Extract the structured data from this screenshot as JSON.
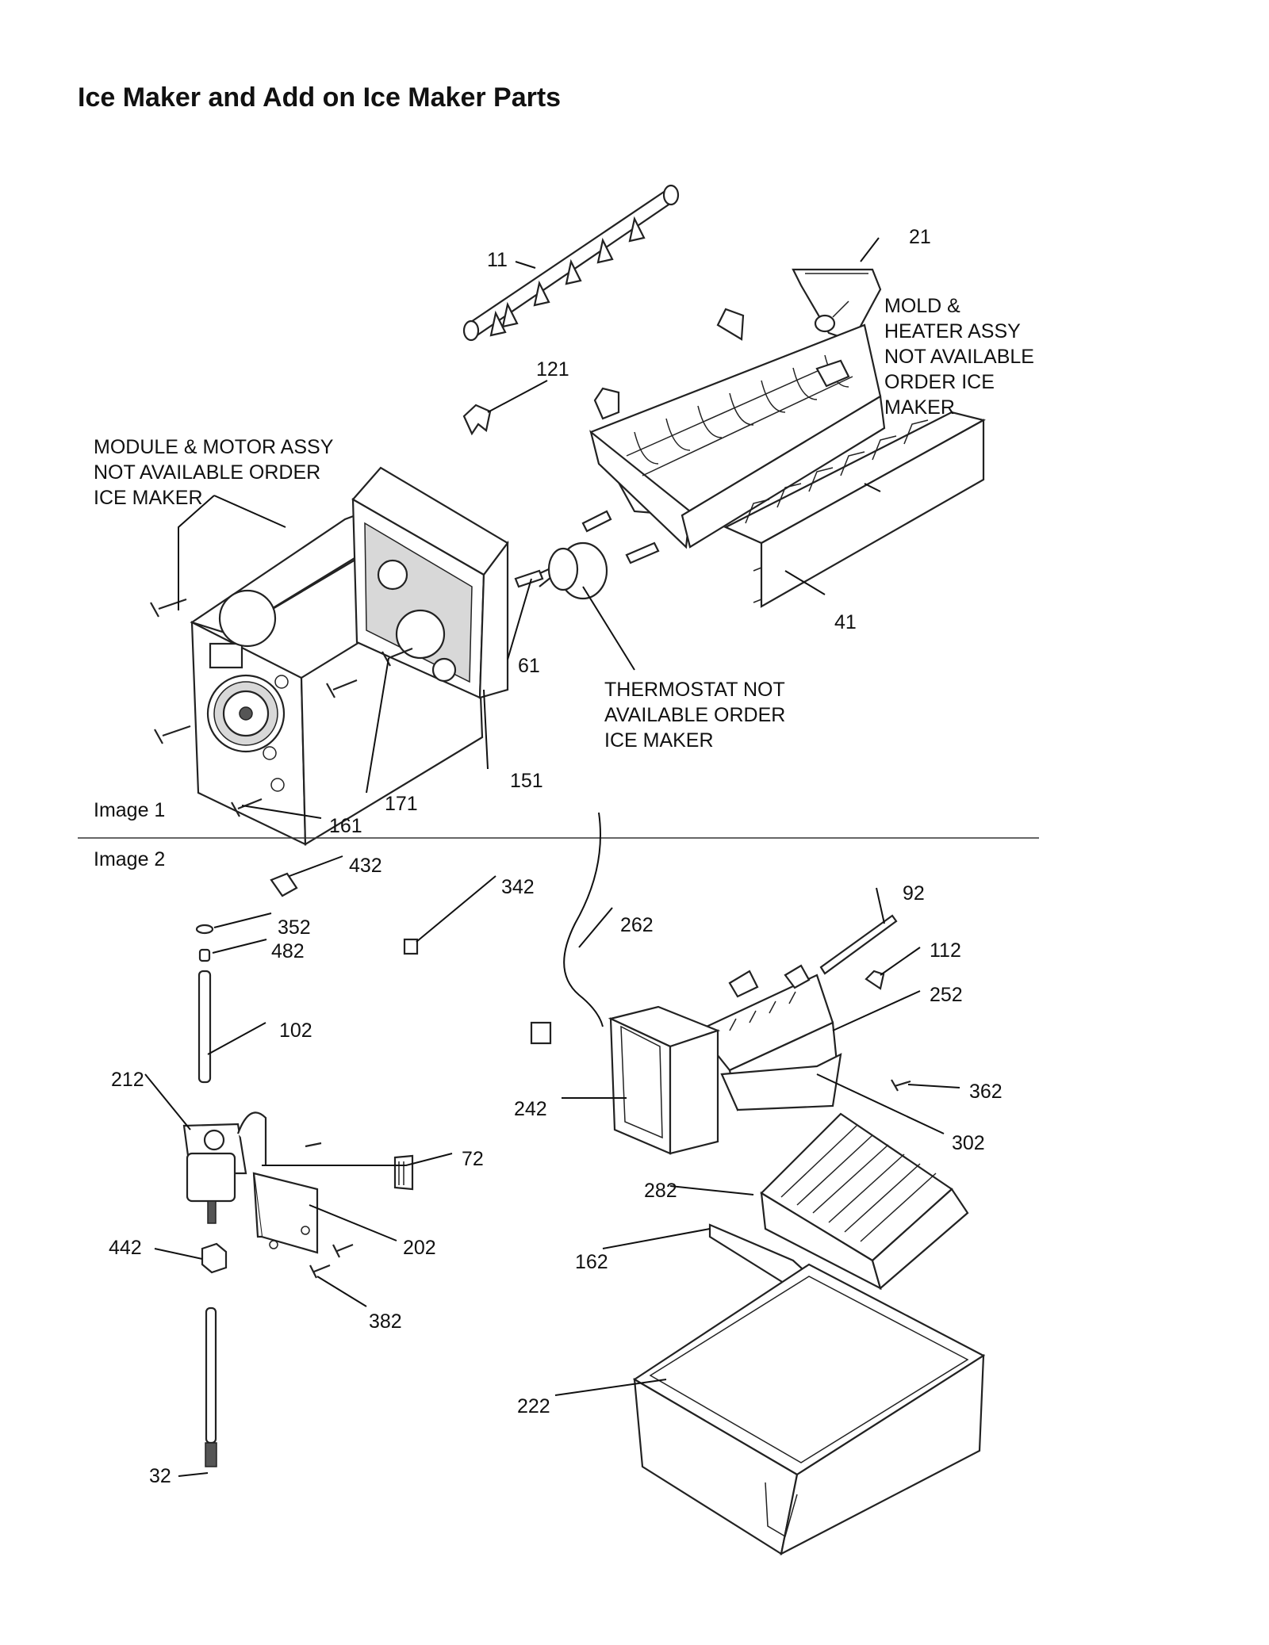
{
  "title": "Ice Maker and Add on Ice Maker Parts",
  "sections": [
    "Image 1",
    "Image 2"
  ],
  "notes": {
    "module": [
      "MODULE & MOTOR ASSY",
      "NOT AVAILABLE ORDER",
      "ICE MAKER"
    ],
    "mold": [
      "MOLD &",
      "HEATER ASSY",
      "NOT AVAILABLE",
      "ORDER ICE",
      "MAKER"
    ],
    "thermostat": [
      "THERMOSTAT NOT",
      "AVAILABLE ORDER",
      "ICE MAKER"
    ]
  },
  "callouts_image1": [
    "11",
    "21",
    "121",
    "41",
    "61",
    "151",
    "171",
    "161"
  ],
  "callouts_image2": [
    "432",
    "342",
    "352",
    "482",
    "102",
    "212",
    "72",
    "202",
    "442",
    "382",
    "32",
    "262",
    "92",
    "112",
    "252",
    "242",
    "362",
    "302",
    "282",
    "162",
    "222"
  ]
}
